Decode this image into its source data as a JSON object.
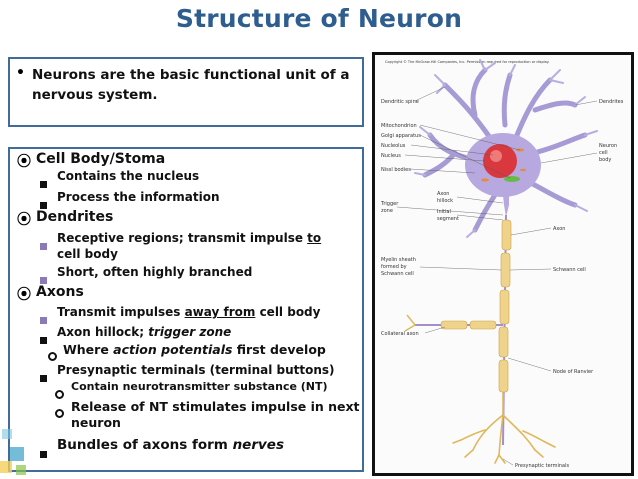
{
  "slide": {
    "title": "Structure of Neuron",
    "box1": {
      "bullet": "•",
      "text": "Neurons are the basic functional unit of a nervous system."
    },
    "box2": {
      "cell_body": {
        "heading": "Cell Body/Stoma",
        "items": [
          "Contains the nucleus",
          "Process the information"
        ]
      },
      "dendrites": {
        "heading": "Dendrites",
        "item1_before": "Receptive regions; transmit impulse ",
        "item1_underlined": "to",
        "item1_after": " cell body",
        "item2": "Short, often highly branched"
      },
      "axons": {
        "heading": "Axons",
        "item1_before": "Transmit impulses ",
        "item1_underlined": "away from",
        "item1_after": " cell body",
        "item2_before": "Axon hillock; ",
        "item2_italic": "trigger zone",
        "sub1_before": "Where ",
        "sub1_italic": "action potentials",
        "sub1_after": " first develop",
        "item3": "Presynaptic terminals (terminal buttons)",
        "sub2": "Contain neurotransmitter substance (NT)",
        "sub3_line1": "Release of NT stimulates impulse in next",
        "sub3_line2": "neuron",
        "item4_before": "Bundles of axons form ",
        "item4_italic": "nerves"
      }
    }
  },
  "diagram": {
    "copyright": "Copyright © The McGraw-Hill Companies, Inc. Permission required for reproduction or display.",
    "labels": {
      "dendritic_spine": "Dendritic spine",
      "dendrites": "Dendrites",
      "mitochondrion": "Mitochondrion",
      "golgi": "Golgi apparatus",
      "nucleolus": "Nucleolus",
      "nucleus": "Nucleus",
      "nissl": "Nissl bodies",
      "neuron_cell_body_1": "Neuron",
      "neuron_cell_body_2": "cell",
      "neuron_cell_body_3": "body",
      "axon_hillock_1": "Axon",
      "axon_hillock_2": "hillock",
      "trigger_zone_1": "Trigger",
      "trigger_zone_2": "zone",
      "initial_segment_1": "Initial",
      "initial_segment_2": "segment",
      "axon": "Axon",
      "myelin_1": "Myelin sheath",
      "myelin_2": "formed by",
      "myelin_3": "Schwann cell",
      "schwann": "Schwann cell",
      "collateral": "Collateral axon",
      "ranvier": "Node of Ranvier",
      "presynaptic": "Presynaptic terminals"
    }
  }
}
